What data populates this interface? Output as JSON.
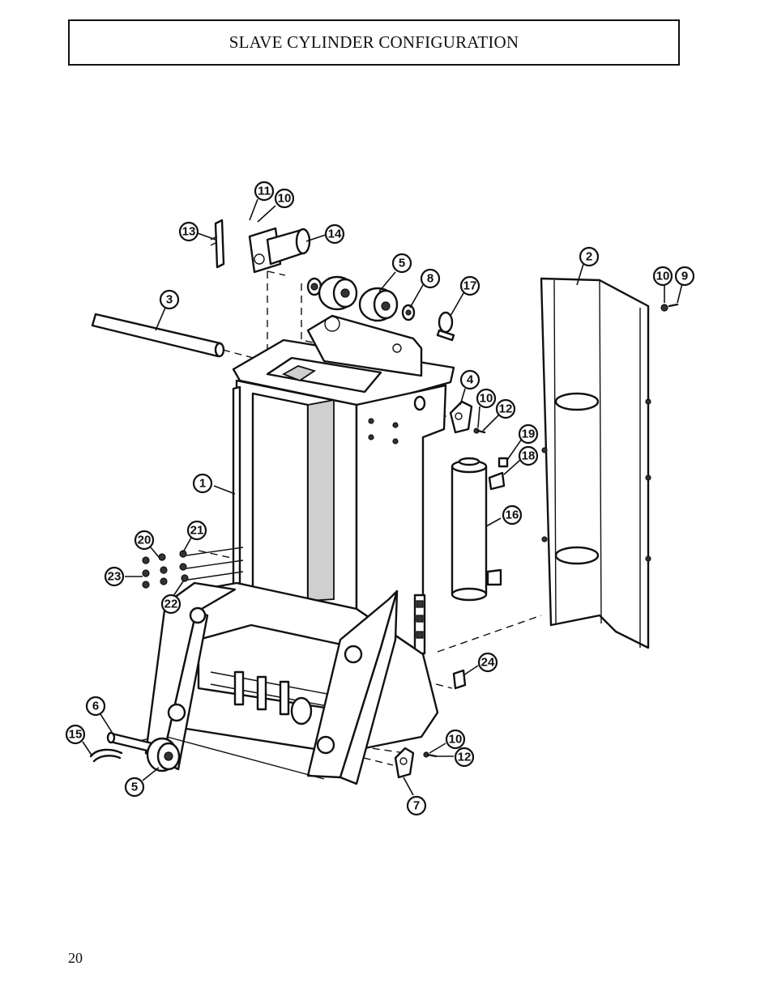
{
  "header": {
    "title": "SLAVE CYLINDER CONFIGURATION"
  },
  "footer": {
    "page_number": "20"
  },
  "callouts": [
    "11",
    "10",
    "13",
    "14",
    "5",
    "8",
    "17",
    "3",
    "2",
    "10",
    "9",
    "4",
    "10",
    "12",
    "19",
    "18",
    "1",
    "16",
    "20",
    "21",
    "23",
    "22",
    "24",
    "6",
    "15",
    "5",
    "10",
    "12",
    "7"
  ]
}
